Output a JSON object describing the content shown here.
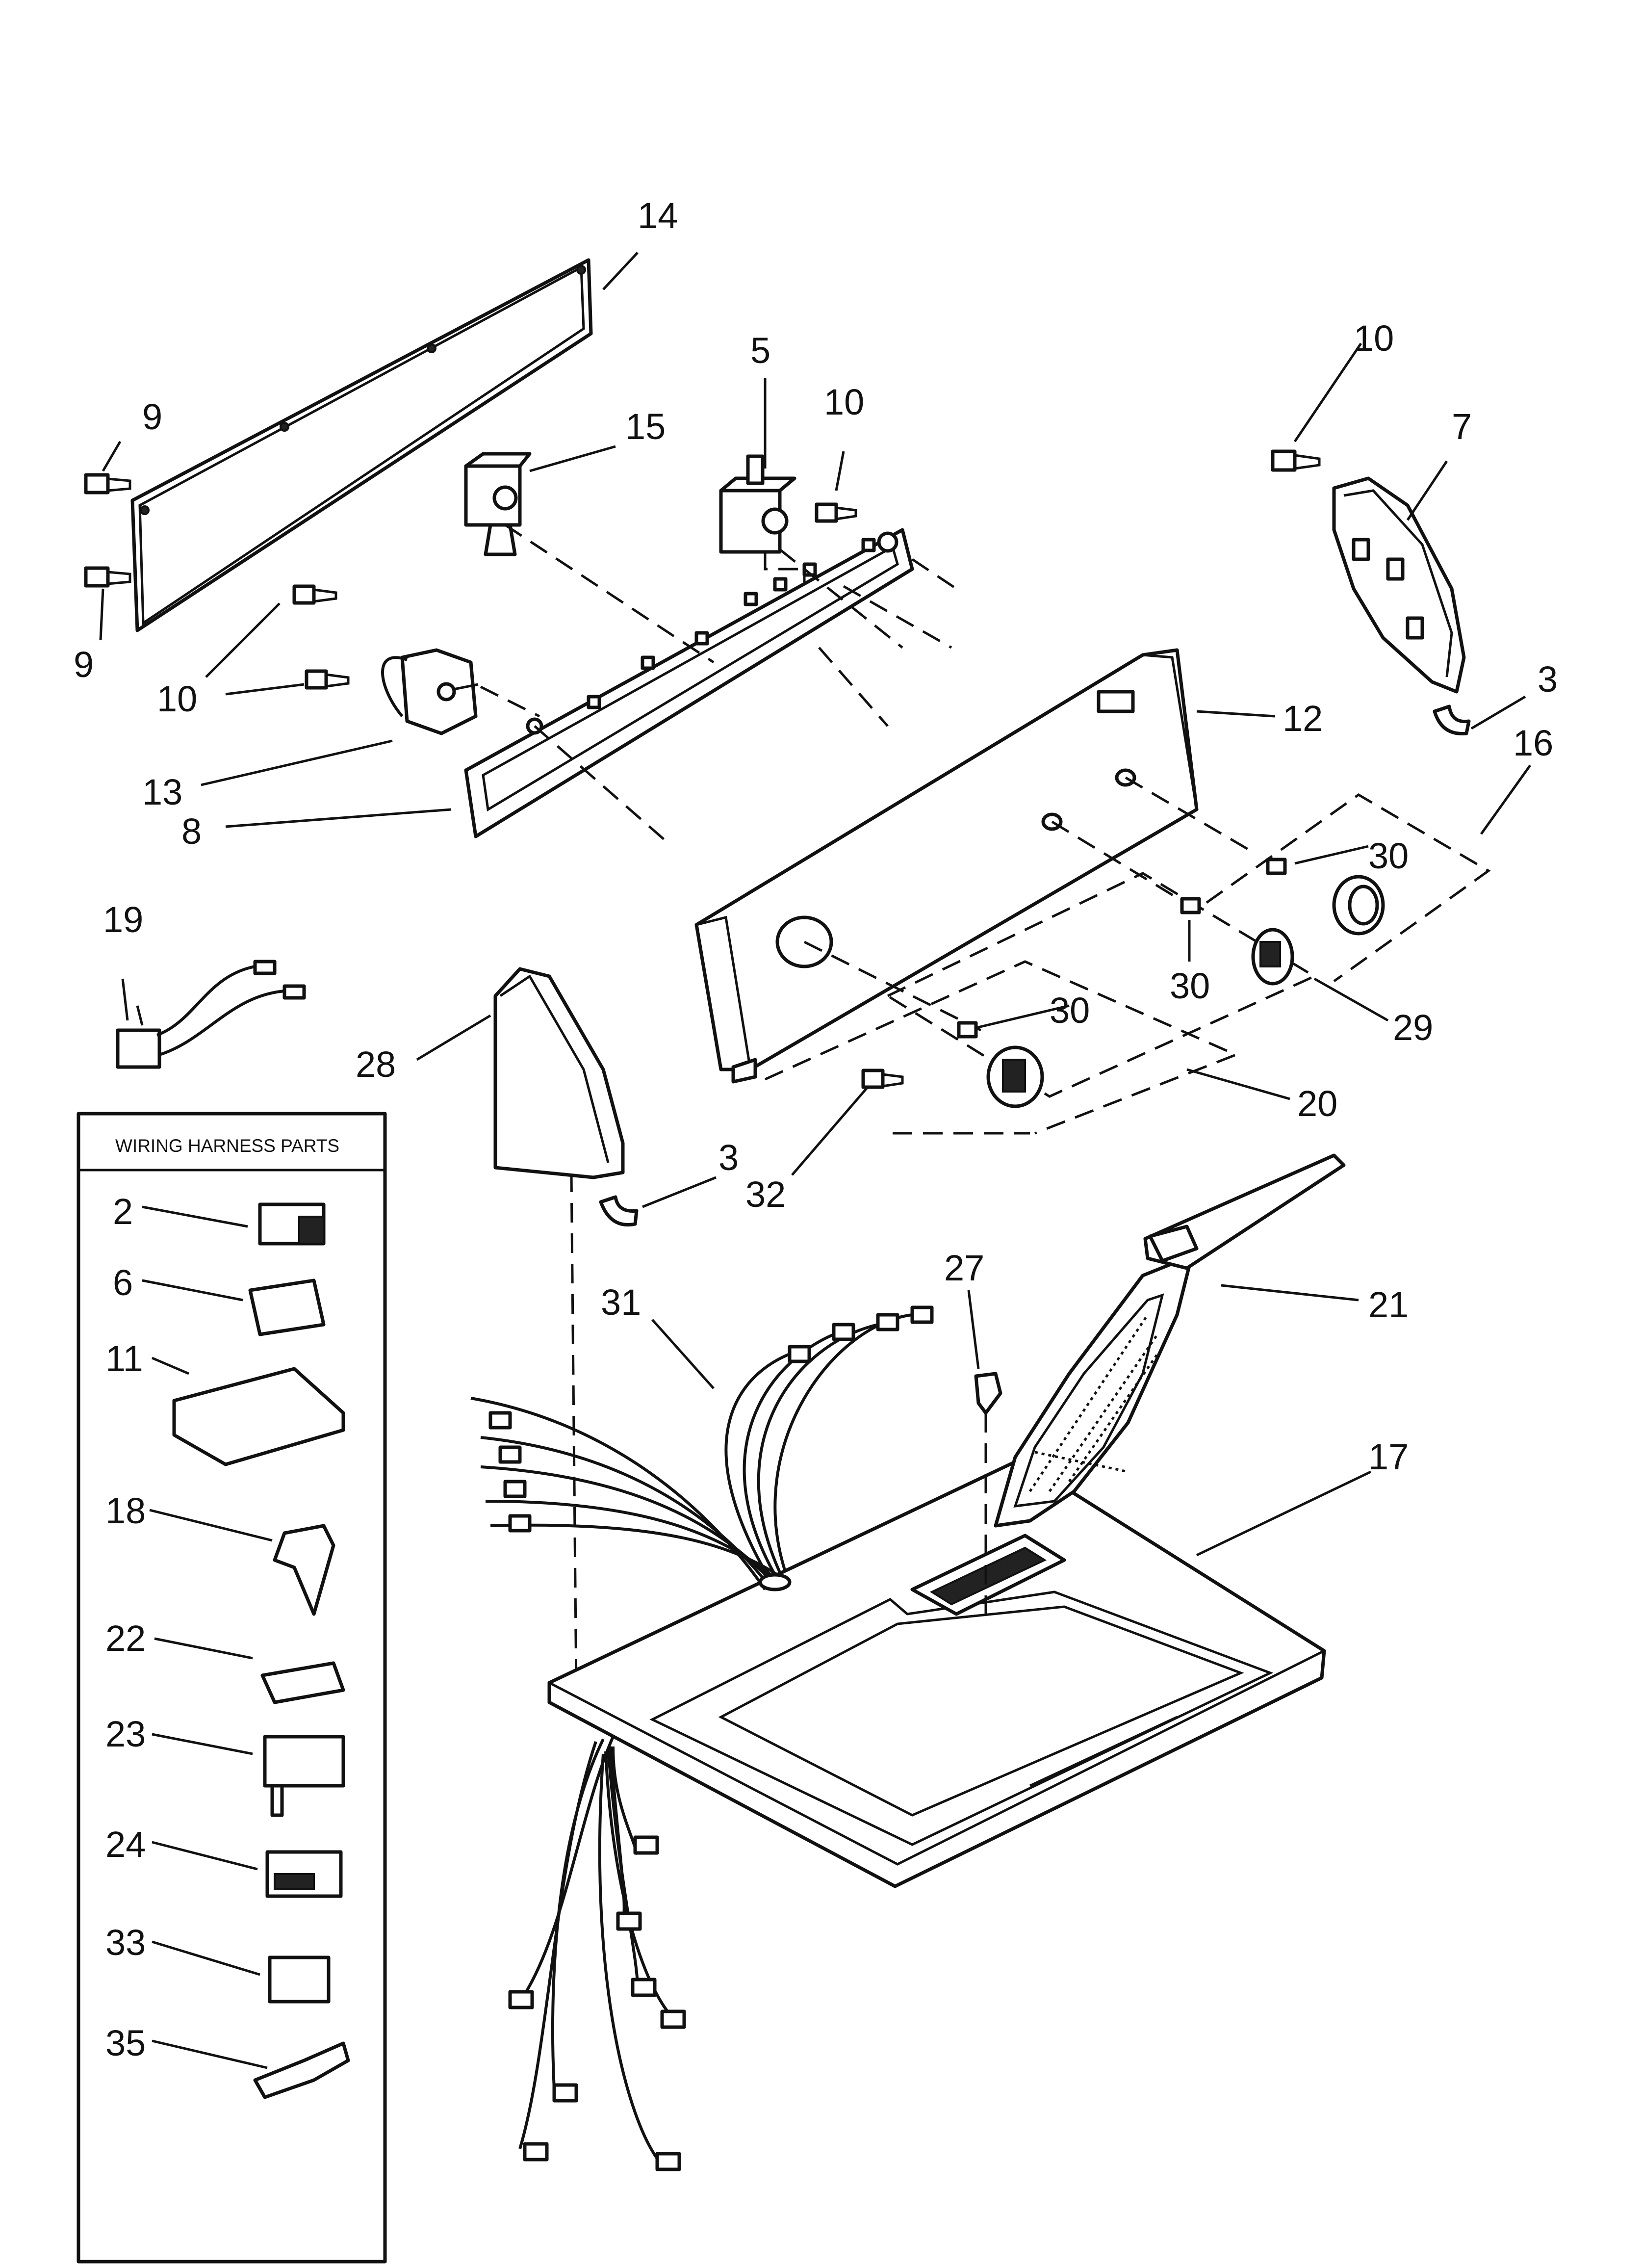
{
  "diagram": {
    "callouts": {
      "c14": "14",
      "c9a": "9",
      "c9b": "9",
      "c15": "15",
      "c5": "5",
      "c10a": "10",
      "c10b": "10",
      "c7": "7",
      "c10c": "10",
      "c13": "13",
      "c8": "8",
      "c12": "12",
      "c3a": "3",
      "c16": "16",
      "c30a": "30",
      "c30b": "30",
      "c30c": "30",
      "c29": "29",
      "c19": "19",
      "c28": "28",
      "c20": "20",
      "c3b": "3",
      "c32": "32",
      "c27": "27",
      "c31": "31",
      "c21": "21",
      "c17": "17"
    },
    "harness_box": {
      "title": "WIRING HARNESS PARTS",
      "items": [
        "2",
        "6",
        "11",
        "18",
        "22",
        "23",
        "24",
        "33",
        "35"
      ]
    }
  }
}
